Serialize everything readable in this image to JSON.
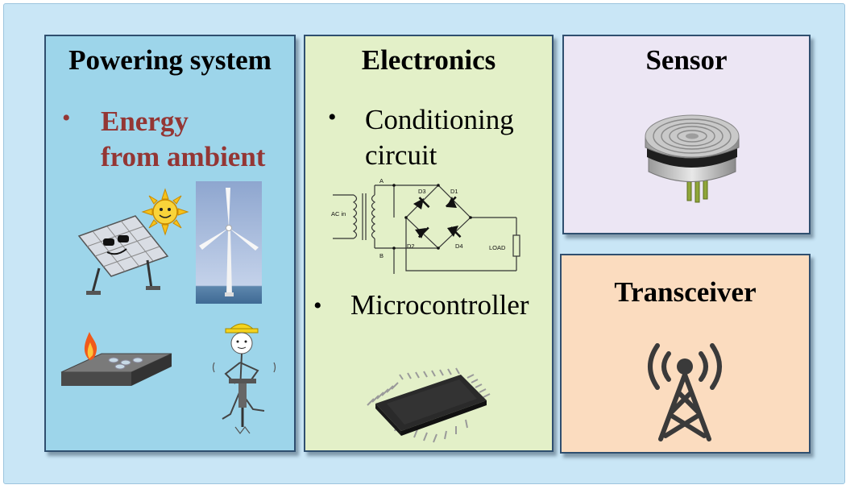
{
  "panels": {
    "powering": {
      "title": "Powering system",
      "bullet": [
        "Energy",
        "from ambient"
      ],
      "bullet_color": "#943634",
      "icons": [
        "solar-panel-icon",
        "sun-icon",
        "wind-turbine-icon",
        "heat-source-icon",
        "vibration-worker-icon"
      ]
    },
    "electronics": {
      "title": "Electronics",
      "bullet1": [
        "Conditioning",
        "circuit"
      ],
      "bullet2": "Microcontroller",
      "circuit": {
        "ac_label": "AC in",
        "node_a": "A",
        "node_b": "B",
        "d1": "D1",
        "d2": "D2",
        "d3": "D3",
        "d4": "D4",
        "load": "LOAD"
      },
      "icons": [
        "bridge-rectifier-icon",
        "microcontroller-chip-icon"
      ]
    },
    "sensor": {
      "title": "Sensor",
      "icons": [
        "pressure-sensor-icon"
      ]
    },
    "transceiver": {
      "title": "Transceiver",
      "icons": [
        "radio-tower-icon"
      ]
    }
  },
  "colors": {
    "background": "#c9e6f6",
    "powering_bg": "#9dd5ea",
    "electronics_bg": "#e3f0c8",
    "sensor_bg": "#ece6f4",
    "transceiver_bg": "#fbdcbf"
  }
}
